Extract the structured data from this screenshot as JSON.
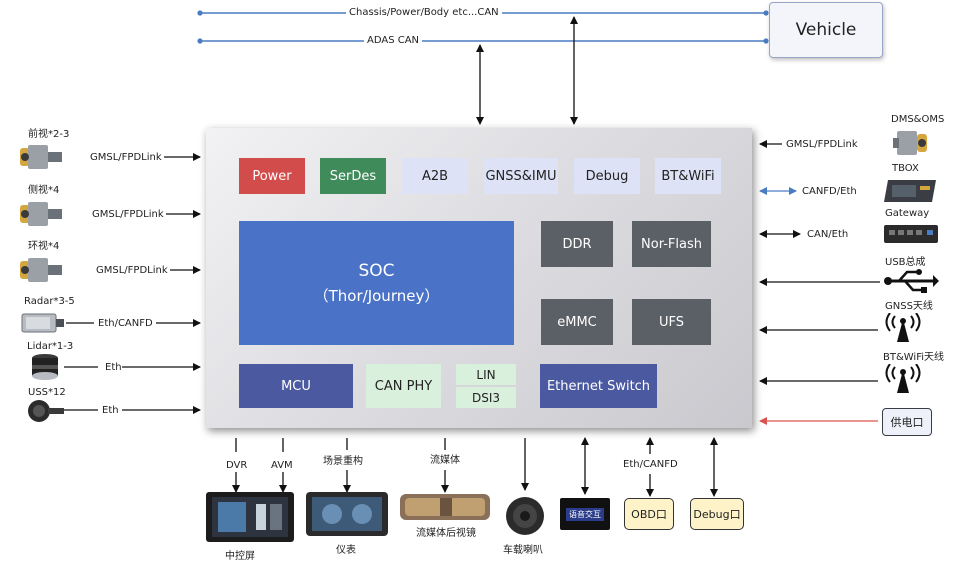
{
  "bus": {
    "chassis_can": "Chassis/Power/Body etc...CAN",
    "adas_can": "ADAS CAN",
    "vehicle": "Vehicle"
  },
  "soc_board": {
    "row1": [
      "Power",
      "SerDes",
      "A2B",
      "GNSS&IMU",
      "Debug",
      "BT&WiFi"
    ],
    "soc_title": "SOC",
    "soc_sub": "（Thor/Journey）",
    "ddr": "DDR",
    "nor_flash": "Nor-Flash",
    "emmc": "eMMC",
    "ufs": "UFS",
    "mcu": "MCU",
    "can_phy": "CAN PHY",
    "lin": "LIN",
    "dsi3": "DSI3",
    "ethernet_switch": "Ethernet Switch"
  },
  "left_inputs": [
    {
      "device": "前视*2-3",
      "link": "GMSL/FPDLink"
    },
    {
      "device": "侧视*4",
      "link": "GMSL/FPDLink"
    },
    {
      "device": "环视*4",
      "link": "GMSL/FPDLink"
    },
    {
      "device": "Radar*3-5",
      "link": "Eth/CANFD"
    },
    {
      "device": "Lidar*1-3",
      "link": "Eth"
    },
    {
      "device": "USS*12",
      "link": "Eth"
    }
  ],
  "right_inputs": [
    {
      "device": "DMS&OMS",
      "link": "GMSL/FPDLink"
    },
    {
      "device": "TBOX",
      "link": "CANFD/Eth"
    },
    {
      "device": "Gateway",
      "link": "CAN/Eth"
    },
    {
      "device": "USB总成",
      "link": ""
    },
    {
      "device": "GNSS天线",
      "link": ""
    },
    {
      "device": "BT&WiFi天线",
      "link": ""
    },
    {
      "device": "供电口",
      "link": ""
    }
  ],
  "bottom": {
    "dvr": "DVR",
    "avm": "AVM",
    "scene": "场景重构",
    "stream": "流媒体",
    "eth_canfd": "Eth/CANFD",
    "center_screen": "中控屏",
    "cluster": "仪表",
    "mirror": "流媒体后视镜",
    "speaker": "车载喇叭",
    "voice": "语音交互",
    "obd": "OBD口",
    "debug_port": "Debug口"
  },
  "colors": {
    "power": "#d24c4b",
    "serdes": "#3f8b5a",
    "light_blue": "#dde2f6",
    "soc": "#4a72c6",
    "dark_grey": "#5b5f66",
    "mcu": "#4b5aa0",
    "green_light": "#d9f0dc",
    "eth_switch": "#4b5aa0",
    "bus_line": "#4a7cc4",
    "power_line": "#d9534f"
  }
}
